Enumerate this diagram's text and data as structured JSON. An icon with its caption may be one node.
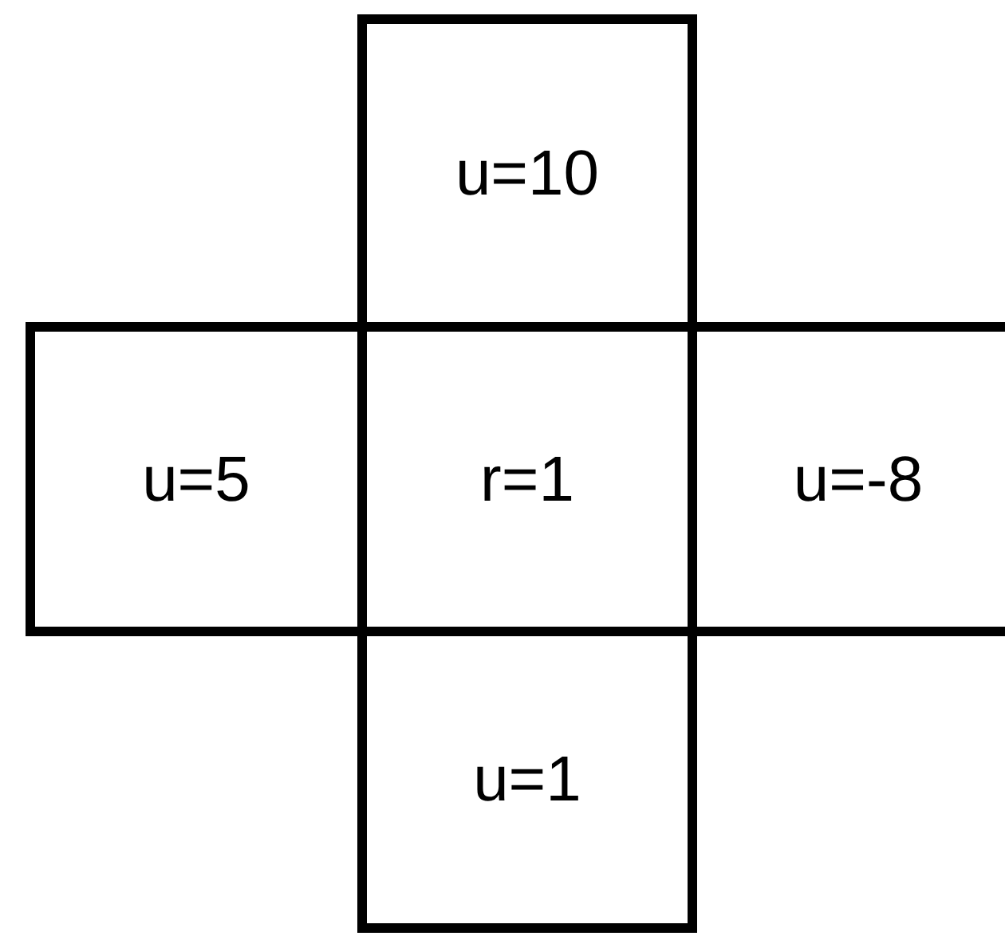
{
  "diagram": {
    "nodes": [
      {
        "text": [
          "u=10"
        ]
      },
      {
        "text": [
          "u=5"
        ]
      },
      {
        "text": [
          "r=1"
        ]
      },
      {
        "text": [
          "u=-8"
        ]
      },
      {
        "text": [
          "u=1"
        ]
      }
    ]
  }
}
